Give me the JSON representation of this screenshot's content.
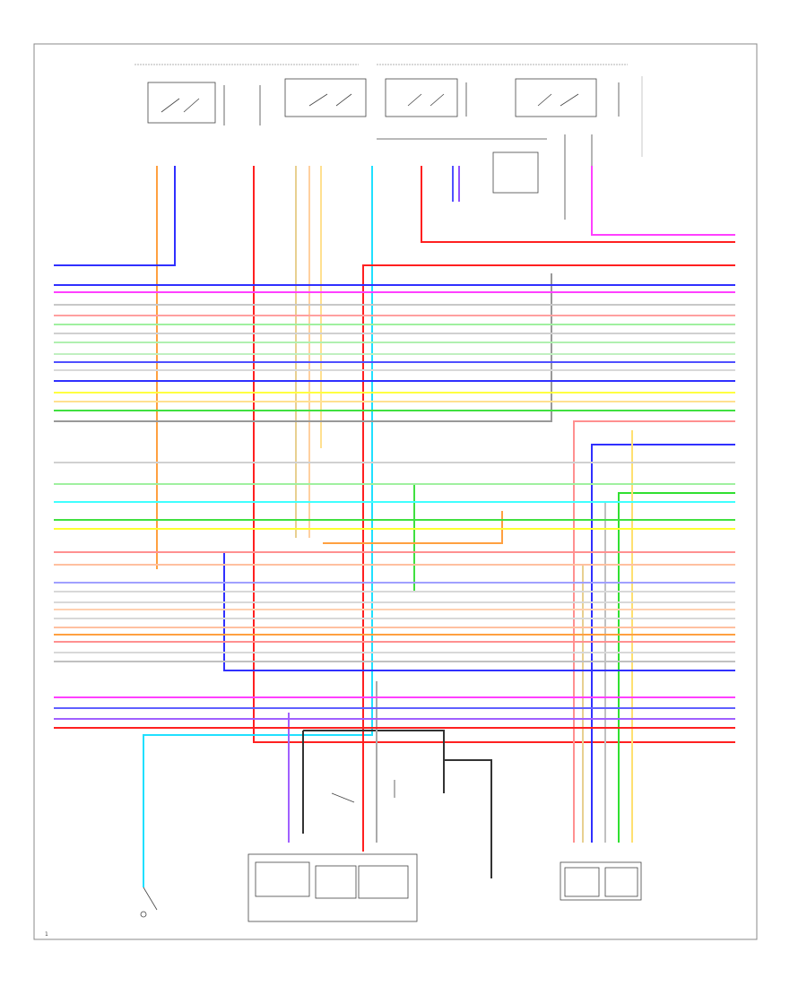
{
  "diagram": {
    "page_number": "1",
    "colors": {
      "border": "#888888",
      "wire_red": "#ff2020",
      "wire_blue": "#3030ff",
      "wire_cyan": "#20e0ff",
      "wire_green": "#30e030",
      "wire_orange": "#ffa040",
      "wire_pink": "#ff40ff",
      "wire_yellow": "#ffff30",
      "wire_lightgreen": "#a0f0a0",
      "wire_gray": "#b0b0b0",
      "wire_tan": "#e8d090",
      "wire_black": "#333333"
    },
    "wires": [
      {
        "name": "blue-top",
        "color": "#3030ff"
      },
      {
        "name": "pink",
        "color": "#ff40ff"
      },
      {
        "name": "light-gray",
        "color": "#c8c8c8"
      },
      {
        "name": "salmon",
        "color": "#ffa0a0"
      },
      {
        "name": "light-green",
        "color": "#a0f0a0"
      },
      {
        "name": "light-gray-2",
        "color": "#d0d0d0"
      },
      {
        "name": "light-green-2",
        "color": "#b0f0b0"
      },
      {
        "name": "mint",
        "color": "#c0f0c0"
      },
      {
        "name": "blue-1",
        "color": "#5050ff"
      },
      {
        "name": "light-gray-3",
        "color": "#d8d8d8"
      },
      {
        "name": "blue-2",
        "color": "#3030ff"
      },
      {
        "name": "yellow",
        "color": "#ffff40"
      },
      {
        "name": "tan",
        "color": "#ffe090"
      },
      {
        "name": "green",
        "color": "#40e040"
      },
      {
        "name": "light-gray-4",
        "color": "#d0d0d0"
      },
      {
        "name": "light-green-3",
        "color": "#a0f0a0"
      },
      {
        "name": "cyan",
        "color": "#40ffff"
      },
      {
        "name": "green-2",
        "color": "#40e040"
      },
      {
        "name": "yellow-2",
        "color": "#ffff30"
      },
      {
        "name": "salmon-2",
        "color": "#ff9090"
      },
      {
        "name": "peach",
        "color": "#ffc0a0"
      },
      {
        "name": "light-blue",
        "color": "#a0a0ff"
      },
      {
        "name": "light-gray-5",
        "color": "#d8d8d8"
      },
      {
        "name": "light-gray-6",
        "color": "#d8d8d8"
      },
      {
        "name": "peach-2",
        "color": "#ffd0b0"
      },
      {
        "name": "light-gray-7",
        "color": "#d8d8d8"
      },
      {
        "name": "peach-3",
        "color": "#ffc0a0"
      },
      {
        "name": "orange",
        "color": "#ffa040"
      },
      {
        "name": "salmon-3",
        "color": "#ff9090"
      },
      {
        "name": "light-gray-8",
        "color": "#d8d8d8"
      },
      {
        "name": "gray",
        "color": "#c0c0c0"
      },
      {
        "name": "pink-2",
        "color": "#ff40ff"
      },
      {
        "name": "blue-3",
        "color": "#6060ff"
      },
      {
        "name": "purple",
        "color": "#a060ff"
      },
      {
        "name": "red",
        "color": "#ff2020"
      }
    ]
  }
}
